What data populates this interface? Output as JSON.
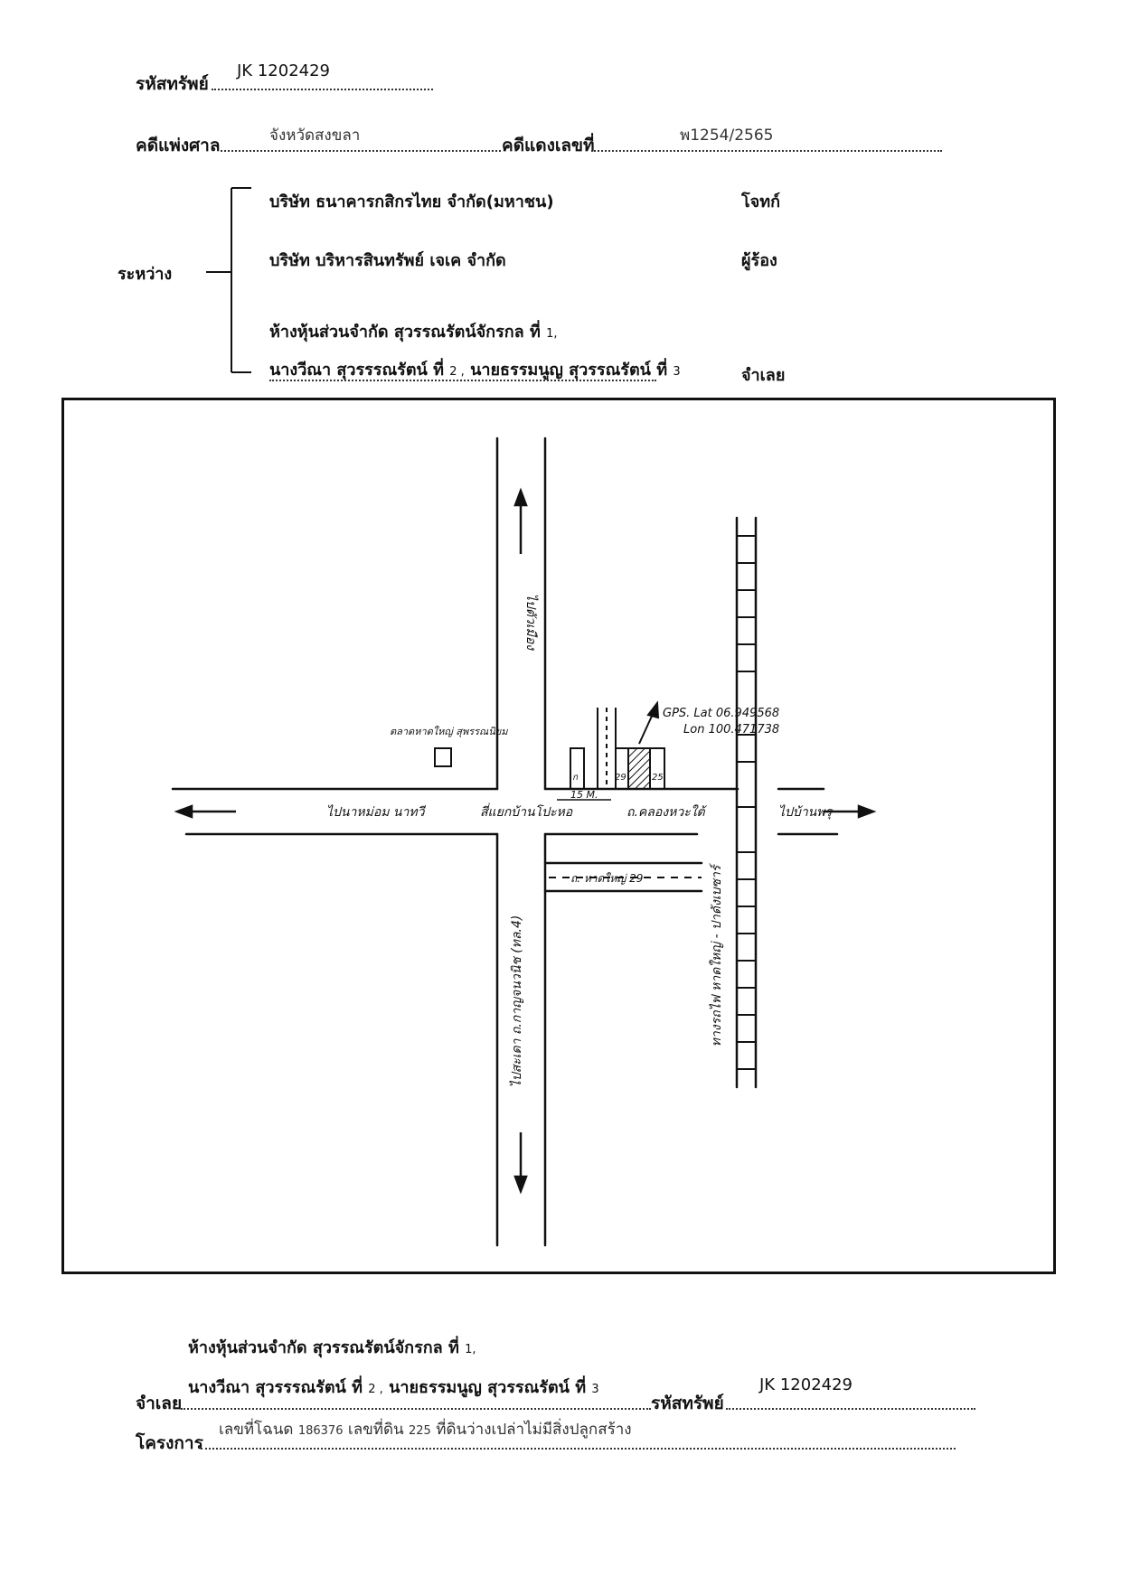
{
  "header": {
    "asset_code_label": "รหัสทรัพย์",
    "asset_code_value": "JK 1202429",
    "court_label": "คดีแพ่งศาล",
    "court_value": "จังหวัดสงขลา",
    "red_case_label": "คดีแดงเลขที่",
    "red_case_value": "พ1254/2565"
  },
  "parties": {
    "between_label": "ระหว่าง",
    "plaintiff_name": "บริษัท ธนาคารกสิกรไทย จำกัด(มหาชน)",
    "plaintiff_role": "โจทก์",
    "petitioner_name": "บริษัท บริหารสินทรัพย์ เจเค จำกัด",
    "petitioner_role": "ผู้ร้อง",
    "defendant_line1": "ห้างหุ้นส่วนจำกัด สุวรรณรัตน์จักรกล ที่",
    "defendant_line1_num": "1,",
    "defendant_line2_a": "นางวีณา สุวรรรณรัตน์ ที่",
    "defendant_line2_num1": "2 ,",
    "defendant_line2_b": "นายธรรมนูญ สุวรรณรัตน์ ที่",
    "defendant_line2_num2": "3",
    "defendant_role": "จำเลย"
  },
  "map": {
    "label_north": "ไปตัวเมือง",
    "label_west": "ไปนาหม่อม นาทวี",
    "label_junction": "สี่แยกบ้านโปะหอ",
    "label_east_road": "ถ.คลองหวะใต้",
    "label_east": "ไปบ้านพรุ",
    "label_south": "ไปสะเดา ถ.กาญจนวนิช (ทล.4)",
    "label_soi": "ถ. หาดใหญ่ 29",
    "label_railway": "ทางรถไฟ หาดใหญ่ - ปาดังเบซาร์",
    "label_distance": "15 M.",
    "label_landmark": "ตลาดหาดใหญ่ สุพรรณนิยม",
    "label_gps_lat": "GPS. Lat 06.949568",
    "label_gps_lon": "Lon 100.471738",
    "label_lot_a": "ก",
    "label_lot_b": "29",
    "label_lot_c": "25"
  },
  "footer": {
    "defendant_line1": "ห้างหุ้นส่วนจำกัด สุวรรณรัตน์จักรกล ที่",
    "defendant_line1_num": "1,",
    "defendant_line2_a": "นางวีณา สุวรรรณรัตน์ ที่",
    "defendant_line2_num1": "2 ,",
    "defendant_line2_b": "นายธรรมนูญ สุวรรณรัตน์ ที่",
    "defendant_line2_num2": "3",
    "defendant_label": "จำเลย",
    "asset_code_label": "รหัสทรัพย์",
    "asset_code_value": "JK 1202429",
    "project_label": "โครงการ",
    "project_text_a": "เลขที่โฉนด",
    "deed_no": "186376",
    "project_text_b": "เลขที่ดิน",
    "land_no": "225",
    "project_text_c": "ที่ดินว่างเปล่าไม่มีสิ่งปลูกสร้าง"
  }
}
